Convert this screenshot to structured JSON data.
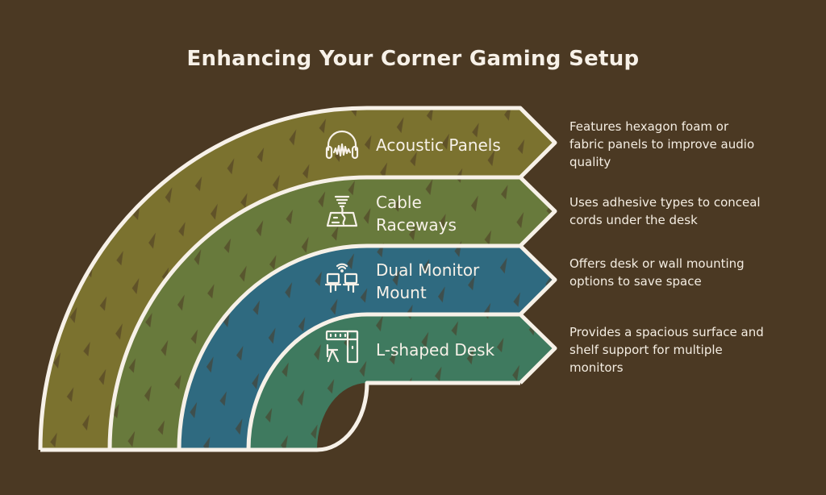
{
  "title": "Enhancing Your Corner Gaming Setup",
  "colors": {
    "background": "#4b3923",
    "outline": "#f7f1e8",
    "band_1": "#7b722f",
    "band_2": "#687a3c",
    "band_3": "#2f6a80",
    "band_4": "#3f7a5f"
  },
  "items": [
    {
      "label": "Acoustic Panels",
      "icon": "headphones-sound-icon",
      "description": "Features hexagon foam or fabric panels to improve audio quality"
    },
    {
      "label": "Cable Raceways",
      "icon": "cable-raceway-icon",
      "description": "Uses adhesive types to conceal cords under the desk"
    },
    {
      "label": "Dual Monitor Mount",
      "icon": "dual-monitor-icon",
      "description": "Offers desk or wall mounting options to save space"
    },
    {
      "label": "L-shaped Desk",
      "icon": "l-shaped-desk-icon",
      "description": "Provides a spacious surface and shelf support for multiple monitors"
    }
  ]
}
